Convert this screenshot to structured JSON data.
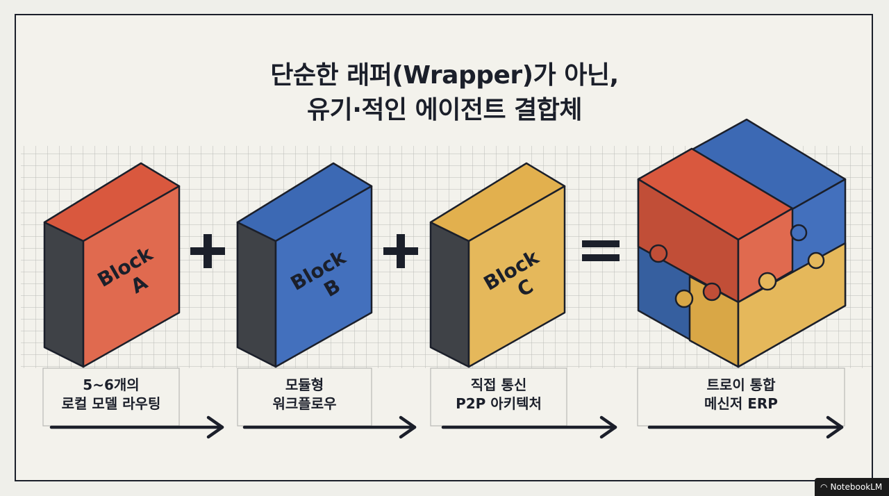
{
  "title": {
    "line1": "단순한 래퍼(Wrapper)가 아닌,",
    "line2": "유기·적인 에이전트 결합체"
  },
  "blocks": [
    {
      "name": "Block",
      "letter": "A",
      "color": "#d9583e",
      "caption": [
        "5~6개의",
        "로컬 모델 라우팅"
      ]
    },
    {
      "name": "Block",
      "letter": "B",
      "color": "#3c69b4",
      "caption": [
        "모듈형",
        "워크플로우"
      ]
    },
    {
      "name": "Block",
      "letter": "C",
      "color": "#e2b04e",
      "caption": [
        "직접 통신",
        "P2P 아키텍처"
      ]
    }
  ],
  "result": {
    "caption": [
      "트로이 통합",
      "메신저 ERP"
    ]
  },
  "operators": {
    "plus": "+",
    "equals": "="
  },
  "colors": {
    "red": "#d9583e",
    "blue": "#3c69b4",
    "yellow": "#e2b04e",
    "dark": "#1b1f2a"
  },
  "watermark": "NotebookLM"
}
